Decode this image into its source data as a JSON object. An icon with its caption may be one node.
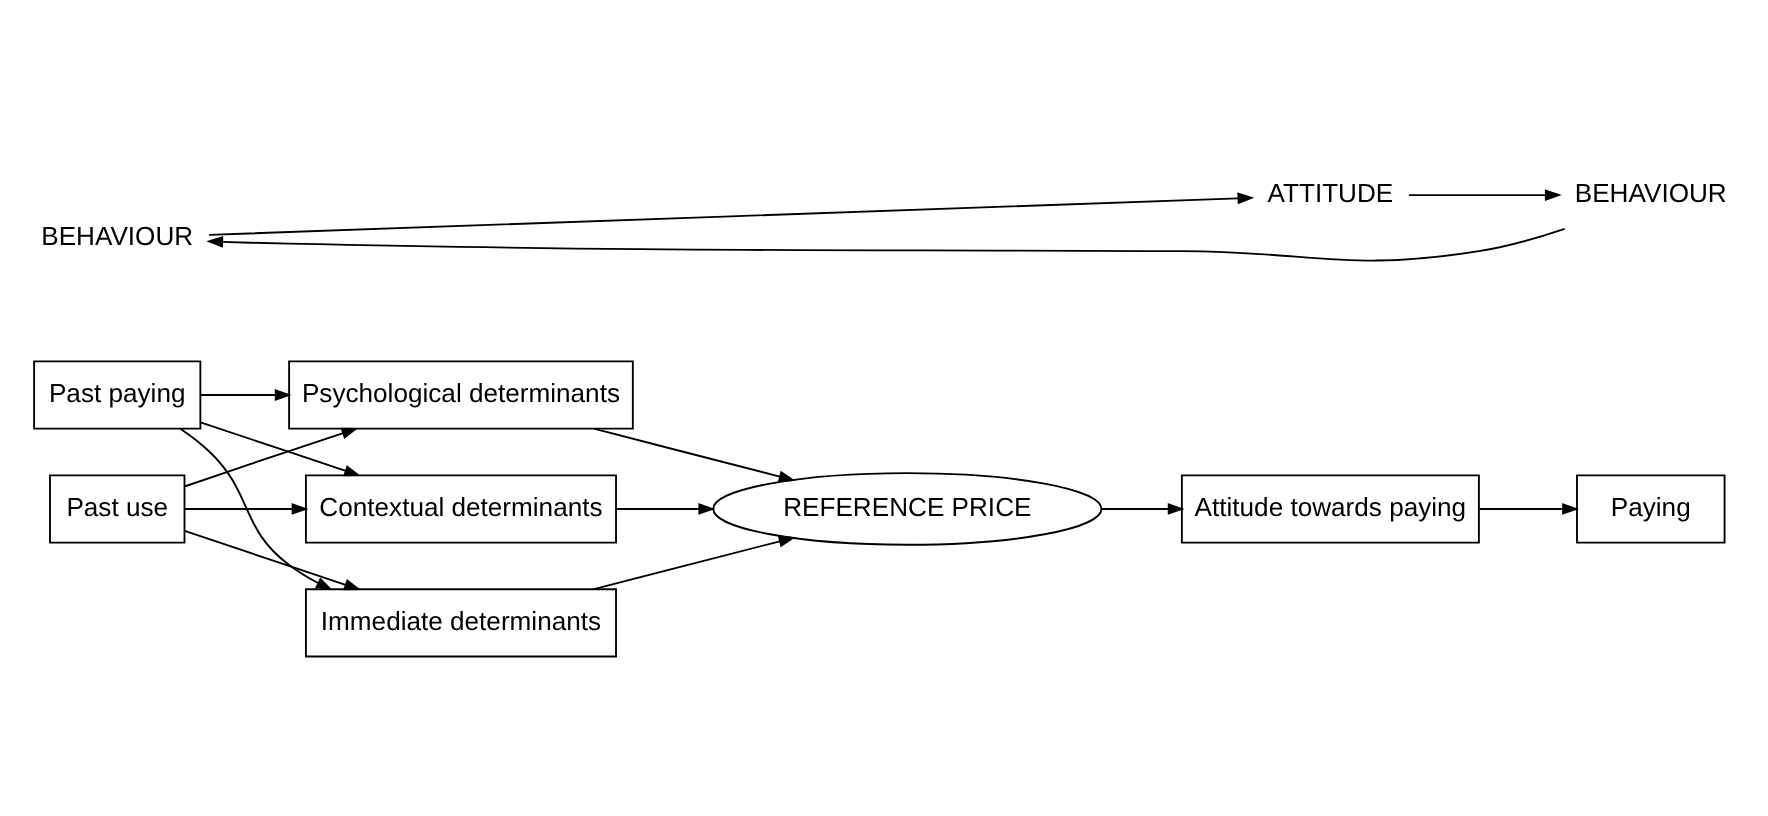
{
  "diagram": {
    "nodes": [
      {
        "text": [
          "BEHAVIOUR"
        ]
      },
      {
        "text": [
          "ATTITUDE"
        ]
      },
      {
        "text": [
          "BEHAVIOUR"
        ]
      },
      {
        "text": [
          "Past paying"
        ]
      },
      {
        "text": [
          "Past use"
        ]
      },
      {
        "text": [
          "Psychological determinants"
        ]
      },
      {
        "text": [
          "Contextual determinants"
        ]
      },
      {
        "text": [
          "Immediate determinants"
        ]
      },
      {
        "text": [
          "REFERENCE PRICE"
        ]
      },
      {
        "text": [
          "Attitude towards paying"
        ]
      },
      {
        "text": [
          "Paying"
        ]
      }
    ],
    "edges": [
      {
        "from": 0,
        "to": 1,
        "arrow": "to"
      },
      {
        "from": 1,
        "to": 2,
        "arrow": "to"
      },
      {
        "from": 2,
        "to": 0,
        "arrow": "to"
      },
      {
        "from": 3,
        "to": 5,
        "arrow": "to"
      },
      {
        "from": 3,
        "to": 6,
        "arrow": "to"
      },
      {
        "from": 3,
        "to": 7,
        "arrow": "to"
      },
      {
        "from": 4,
        "to": 5,
        "arrow": "to"
      },
      {
        "from": 4,
        "to": 6,
        "arrow": "to"
      },
      {
        "from": 4,
        "to": 7,
        "arrow": "to"
      },
      {
        "from": 5,
        "to": 8,
        "arrow": "to"
      },
      {
        "from": 6,
        "to": 8,
        "arrow": "to"
      },
      {
        "from": 7,
        "to": 8,
        "arrow": "to"
      },
      {
        "from": 8,
        "to": 9,
        "arrow": "to"
      },
      {
        "from": 9,
        "to": 10,
        "arrow": "to"
      }
    ]
  }
}
